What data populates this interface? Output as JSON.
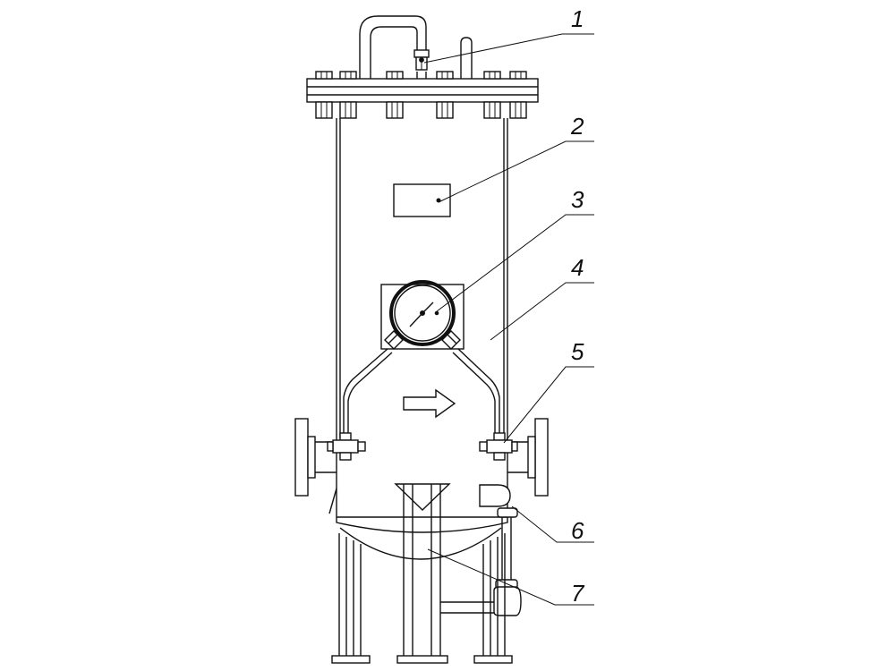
{
  "figure": {
    "callouts": [
      {
        "label": "1"
      },
      {
        "label": "2"
      },
      {
        "label": "3"
      },
      {
        "label": "4"
      },
      {
        "label": "5"
      },
      {
        "label": "6"
      },
      {
        "label": "7"
      }
    ]
  },
  "style": {
    "line_color": "#111111",
    "background": "#ffffff"
  }
}
